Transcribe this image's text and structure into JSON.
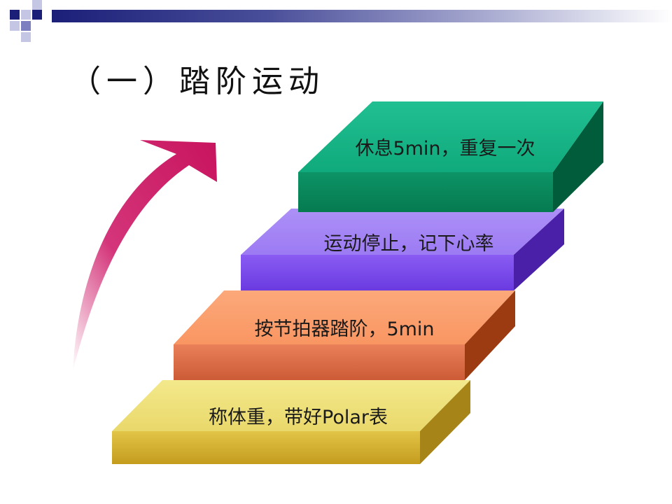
{
  "slide": {
    "title": "（一）踏阶运动",
    "header_colors": {
      "dark": "#1b1f78",
      "mid": "#7c80c0",
      "light": "#c4c6e4"
    }
  },
  "steps": [
    {
      "label": "称体重，带好Polar表",
      "colors": {
        "top": "#ede07a",
        "front": "#d6b531",
        "side": "#a68417"
      }
    },
    {
      "label": "按节拍器踏阶，5min",
      "colors": {
        "top": "#fb9f6e",
        "front": "#e36f45",
        "side": "#9c3b12"
      }
    },
    {
      "label": "运动停止，记下心率",
      "colors": {
        "top": "#a688f5",
        "front": "#7c4cf0",
        "side": "#4a20a8"
      }
    },
    {
      "label": "休息5min，重复一次",
      "colors": {
        "top": "#1ab68a",
        "front": "#0a8a5e",
        "side": "#005c3a"
      }
    }
  ],
  "arrow": {
    "color": "#c8145e"
  }
}
